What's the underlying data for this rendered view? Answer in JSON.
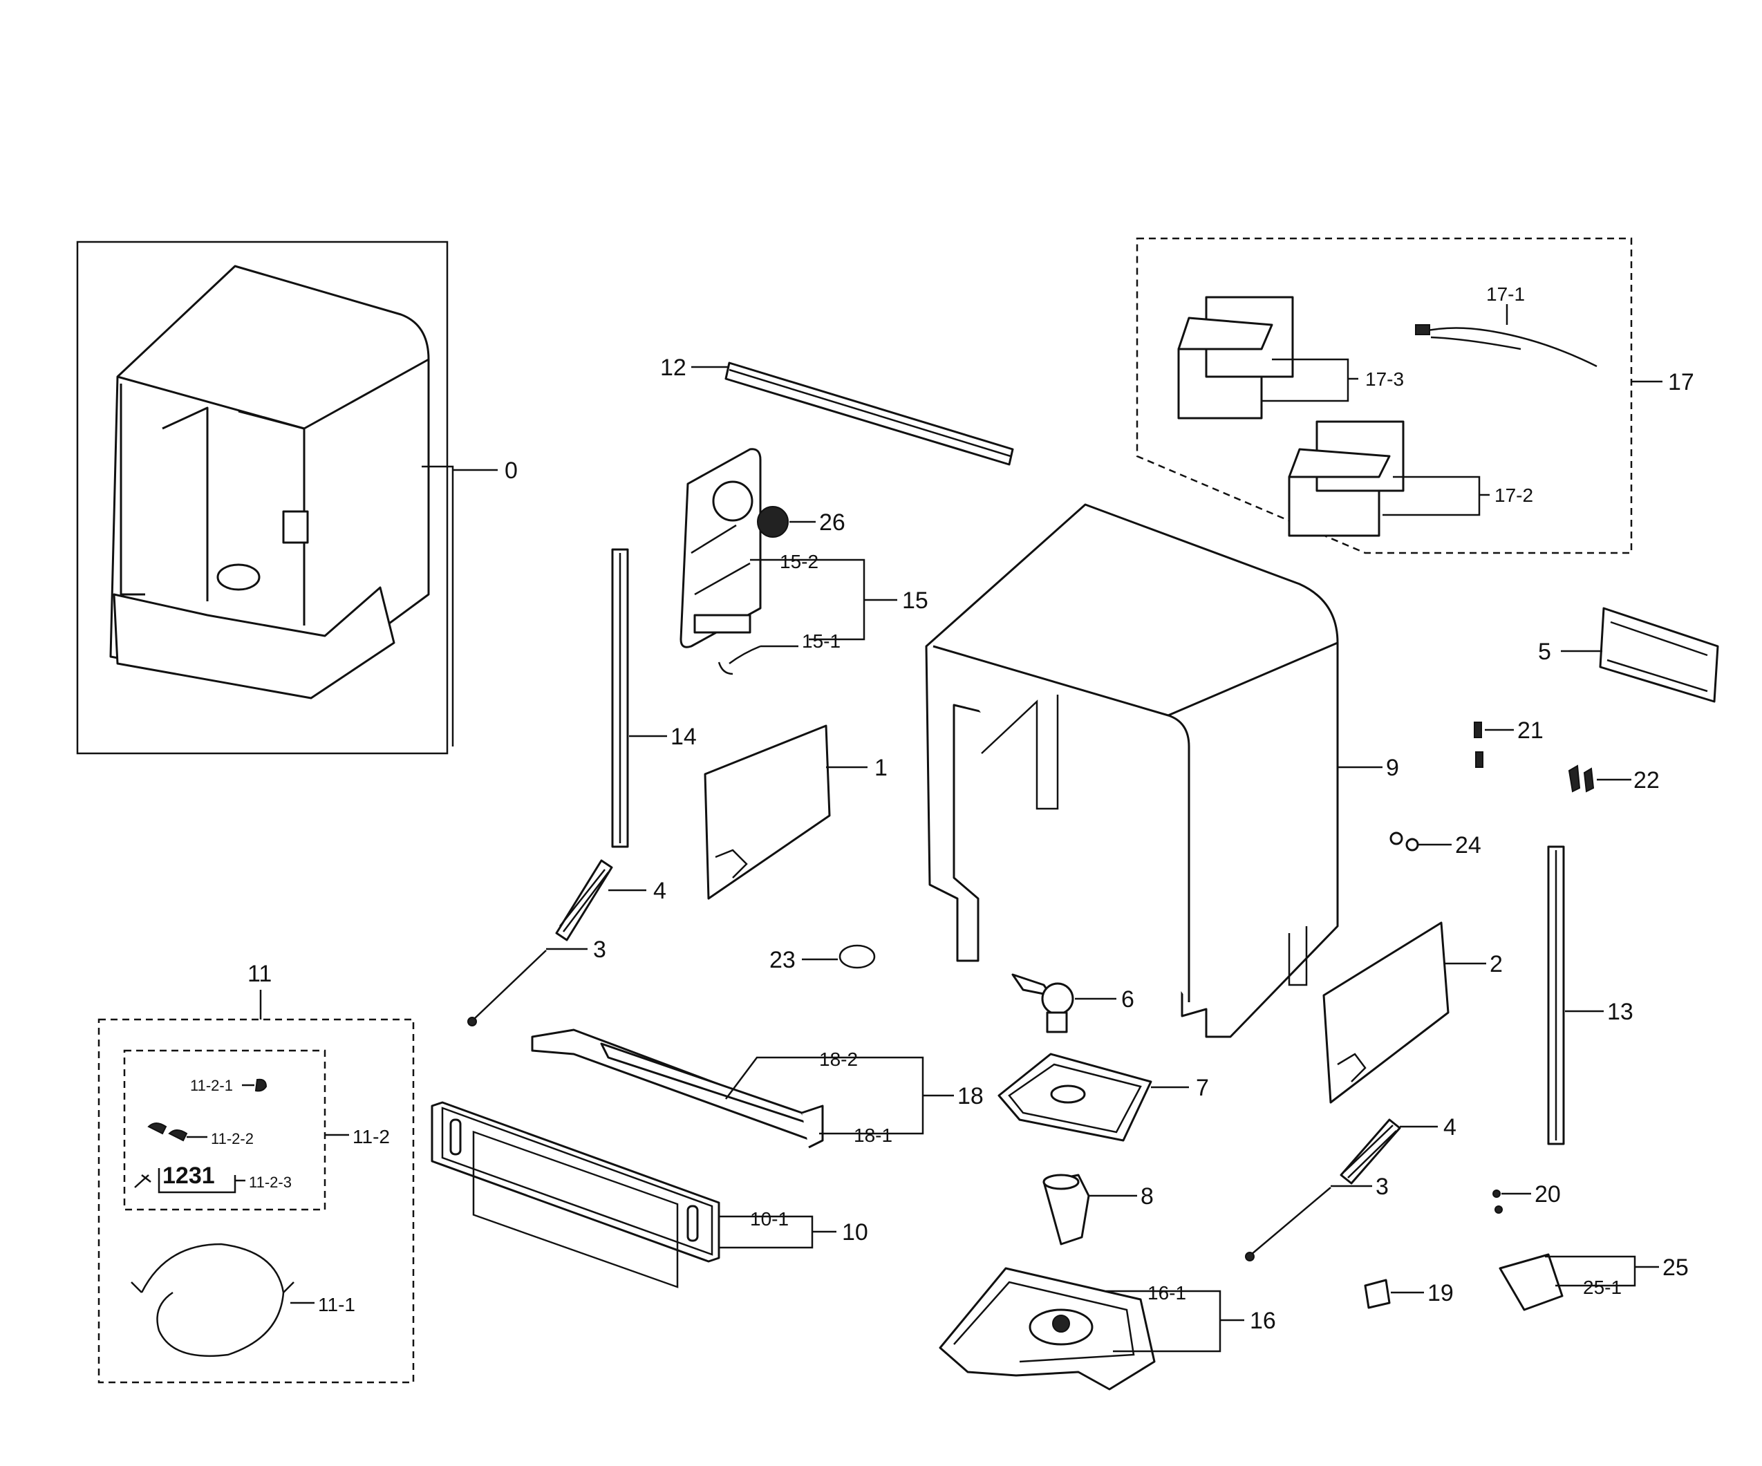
{
  "callouts": {
    "c0": "0",
    "c1": "1",
    "c2": "2",
    "c3a": "3",
    "c3b": "3",
    "c4a": "4",
    "c4b": "4",
    "c5": "5",
    "c6": "6",
    "c7": "7",
    "c8": "8",
    "c9": "9",
    "c10": "10",
    "c10_1": "10-1",
    "c11": "11",
    "c11_1": "11-1",
    "c11_2": "11-2",
    "c11_2_1": "11-2-1",
    "c11_2_2": "11-2-2",
    "c11_2_3": "11-2-3",
    "c12": "12",
    "c13": "13",
    "c14": "14",
    "c15": "15",
    "c15_1": "15-1",
    "c15_2": "15-2",
    "c16": "16",
    "c16_1": "16-1",
    "c17": "17",
    "c17_1": "17-1",
    "c17_2": "17-2",
    "c17_3": "17-3",
    "c18": "18",
    "c18_1": "18-1",
    "c18_2": "18-2",
    "c19": "19",
    "c20": "20",
    "c21": "21",
    "c22": "22",
    "c23": "23",
    "c24": "24",
    "c25": "25",
    "c25_1": "25-1",
    "c26": "26"
  },
  "label_1231": "1231"
}
